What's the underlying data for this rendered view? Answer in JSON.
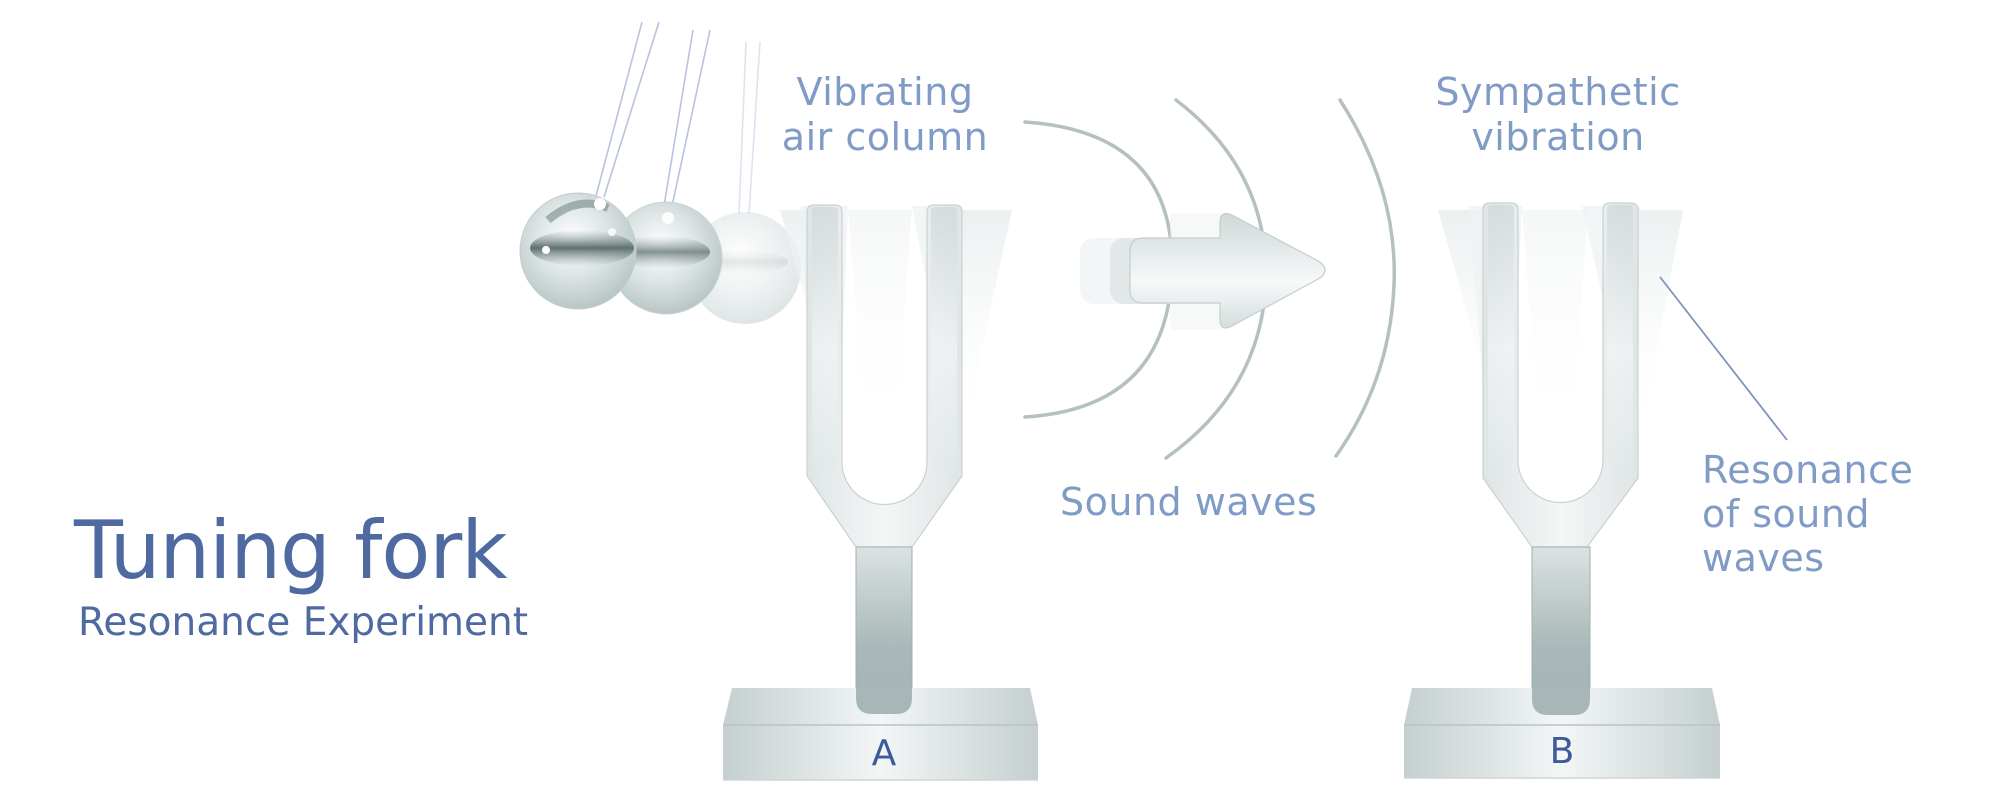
{
  "title": {
    "main": "Tuning fork",
    "subtitle": "Resonance Experiment"
  },
  "labels": {
    "vibrating_air_column": [
      "Vibrating",
      "air column"
    ],
    "sympathetic_vibration": [
      "Sympathetic",
      "vibration"
    ],
    "sound_waves": "Sound waves",
    "resonance": [
      "Resonance",
      "of sound",
      "waves"
    ]
  },
  "forks": [
    {
      "id": "A",
      "label": "A"
    },
    {
      "id": "B",
      "label": "B"
    }
  ],
  "colors": {
    "title": "#4e6aa1",
    "label": "#7f9bc6",
    "base_letter": "#3d5a9a",
    "wave_arc": "#b4c1c0",
    "leader_line": "#7f94b8",
    "metal_light": "#eef2f2",
    "metal_mid": "#c9d3d3",
    "metal_dark": "#9fb0b0"
  },
  "icons": {
    "pendulum": "newtons-cradle-balls",
    "arrow": "right-arrow",
    "waves": "sound-wave-arcs"
  }
}
